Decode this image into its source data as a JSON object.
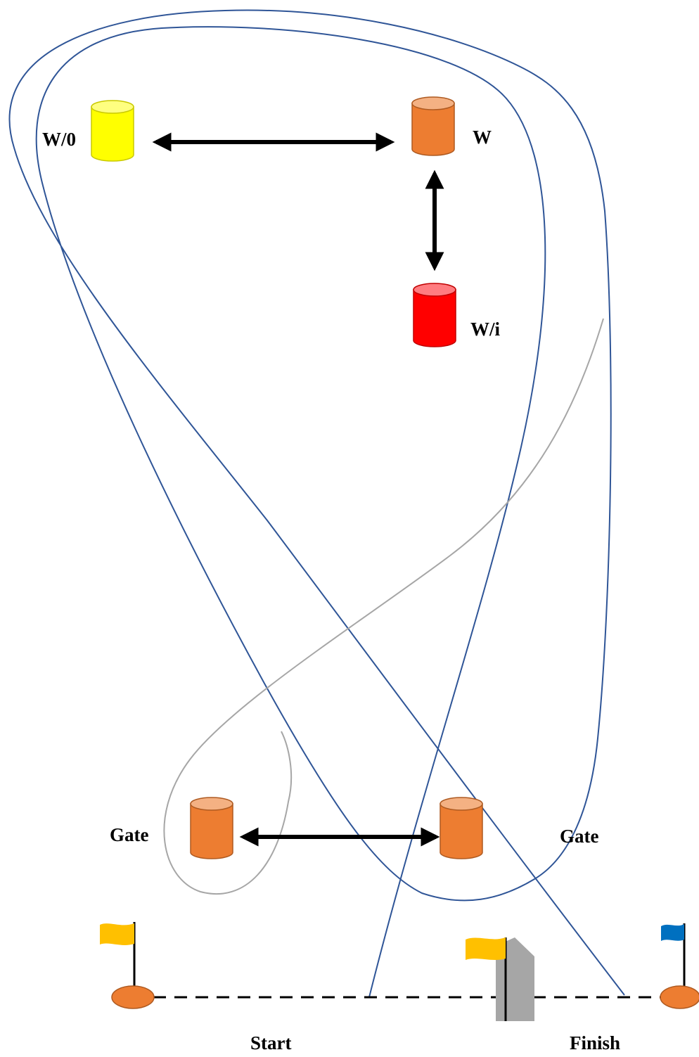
{
  "marks": {
    "w0": {
      "label": "W/0",
      "fill": "#ffff00",
      "top_fill": "#ffff80",
      "stroke": "#c9c900"
    },
    "w": {
      "label": "W",
      "fill": "#ed7d31",
      "top_fill": "#f4b183",
      "stroke": "#ae5a21"
    },
    "wi": {
      "label": "W/i",
      "fill": "#ff0000",
      "top_fill": "#ff7c80",
      "stroke": "#c00000"
    },
    "gate_left": {
      "label": "Gate",
      "fill": "#ed7d31",
      "top_fill": "#f4b183",
      "stroke": "#ae5a21"
    },
    "gate_right": {
      "label": "Gate",
      "fill": "#ed7d31",
      "top_fill": "#f4b183",
      "stroke": "#ae5a21"
    }
  },
  "start_finish": {
    "start_label": "Start",
    "finish_label": "Finish",
    "start_flag_color": "#ffc000",
    "finish_flag_color": "#ffc000",
    "right_flag_color": "#0070c0",
    "buoy_color": "#ed7d31",
    "committee_boat_color": "#a6a6a6"
  },
  "colors": {
    "course_line": "#2f5597",
    "gray_line": "#a6a6a6",
    "arrow": "#000000"
  }
}
